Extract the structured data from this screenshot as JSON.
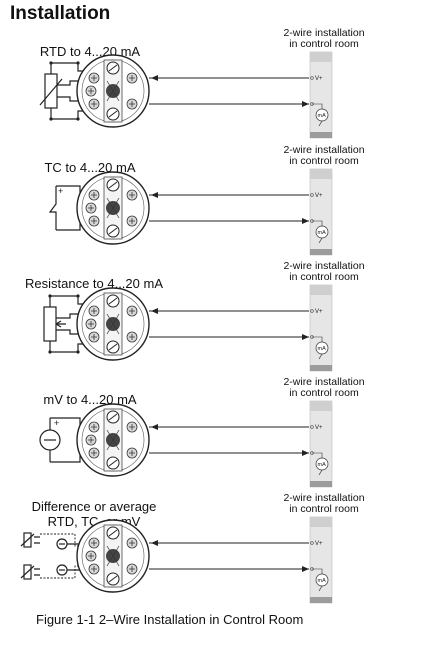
{
  "heading": "Installation",
  "caption": "Figure 1-1  2–Wire Installation  in  Control  Room",
  "room_label": [
    "2-wire installation",
    "in control room"
  ],
  "terminal_plus_label": "V+",
  "meter_label": "mA",
  "sections": [
    {
      "id": "rtd",
      "label_lines": [
        "RTD to 4...20 mA"
      ],
      "sensor": "rtd"
    },
    {
      "id": "tc",
      "label_lines": [
        "TC to 4...20 mA"
      ],
      "sensor": "tc"
    },
    {
      "id": "resistance",
      "label_lines": [
        "Resistance to 4...20 mA"
      ],
      "sensor": "resistance"
    },
    {
      "id": "mv",
      "label_lines": [
        "mV to 4...20 mA"
      ],
      "sensor": "mv"
    },
    {
      "id": "difference",
      "label_lines": [
        "Difference or average",
        "RTD, TC, or mV"
      ],
      "sensor": "difference"
    }
  ]
}
